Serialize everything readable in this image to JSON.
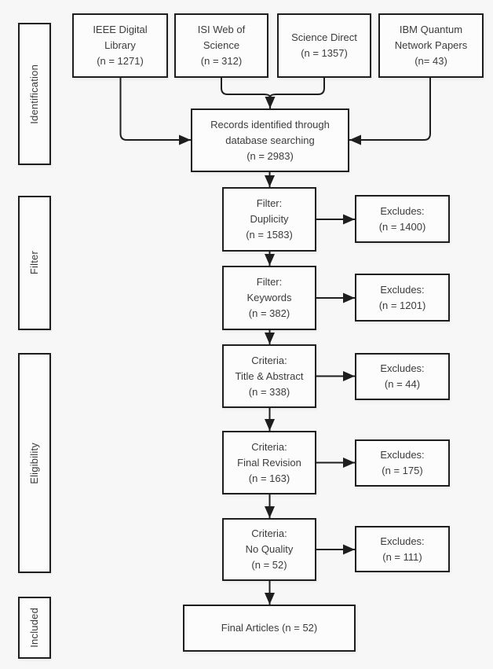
{
  "colors": {
    "background": "#f7f7f7",
    "box_fill": "#fcfcfc",
    "border": "#1e1e1e",
    "text": "#3c3c3c"
  },
  "sidebar": [
    {
      "label": "Identification"
    },
    {
      "label": "Filter"
    },
    {
      "label": "Eligibility"
    },
    {
      "label": "Included"
    }
  ],
  "nodes": {
    "ieee": {
      "lines": [
        "IEEE Digital",
        "Library",
        "(n = 1271)"
      ]
    },
    "isi": {
      "lines": [
        "ISI Web of",
        "Science",
        "(n = 312)"
      ]
    },
    "science_direct": {
      "lines": [
        "Science Direct",
        "(n = 1357)"
      ]
    },
    "ibm": {
      "lines": [
        "IBM Quantum",
        "Network Papers",
        "(n= 43)"
      ]
    },
    "records": {
      "lines": [
        "Records identified through",
        "database searching",
        "(n = 2983)"
      ]
    },
    "filter_duplicity": {
      "lines": [
        "Filter:",
        "Duplicity",
        "(n = 1583)"
      ]
    },
    "filter_keywords": {
      "lines": [
        "Filter:",
        "Keywords",
        "(n = 382)"
      ]
    },
    "criteria_title_abstract": {
      "lines": [
        "Criteria:",
        "Title & Abstract",
        "(n = 338)"
      ]
    },
    "criteria_final_revision": {
      "lines": [
        "Criteria:",
        "Final Revision",
        "(n = 163)"
      ]
    },
    "criteria_no_quality": {
      "lines": [
        "Criteria:",
        "No Quality",
        "(n = 52)"
      ]
    },
    "final_articles": {
      "lines": [
        "Final Articles (n = 52)"
      ]
    },
    "excludes_duplicity": {
      "lines": [
        "Excludes:",
        "(n = 1400)"
      ]
    },
    "excludes_keywords": {
      "lines": [
        "Excludes:",
        "(n = 1201)"
      ]
    },
    "excludes_title_abstract": {
      "lines": [
        "Excludes:",
        "(n = 44)"
      ]
    },
    "excludes_final_revision": {
      "lines": [
        "Excludes:",
        "(n = 175)"
      ]
    },
    "excludes_no_quality": {
      "lines": [
        "Excludes:",
        "(n = 111)"
      ]
    }
  }
}
